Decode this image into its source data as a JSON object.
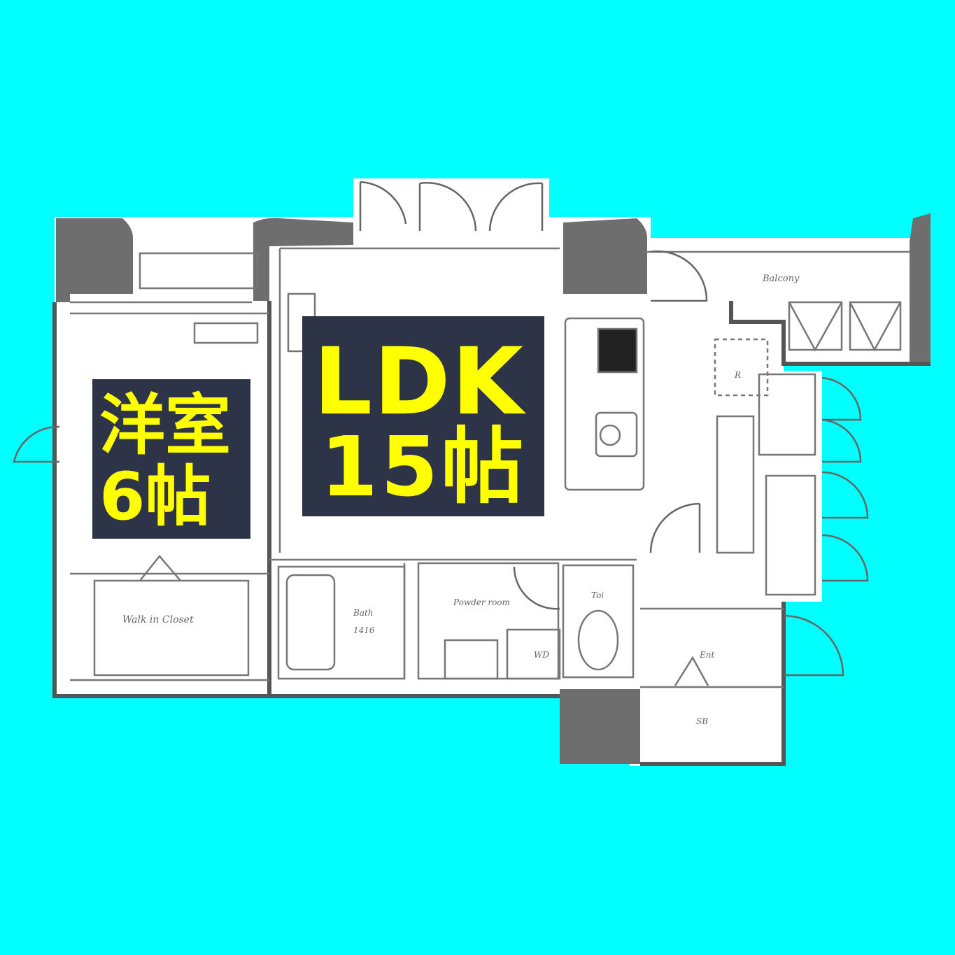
{
  "rooms": {
    "ldk": {
      "name": "LDK",
      "size": "15帖"
    },
    "western_room": {
      "name": "洋室",
      "size": "6帖"
    }
  },
  "small_labels": {
    "balcony": "Balcony",
    "walk_in_closet": "Walk in Closet",
    "bath": "Bath",
    "bath_size": "1416",
    "powder_room": "Powder room",
    "toilet": "Toi",
    "washing_machine": "WD",
    "entrance": "Ent",
    "shoe_box": "SB",
    "refrigerator": "R"
  },
  "colors": {
    "background": "#00ffff",
    "label_box": "#2e3447",
    "label_text": "#ffff00",
    "wall": "#6e6e6e",
    "line": "#555555"
  }
}
